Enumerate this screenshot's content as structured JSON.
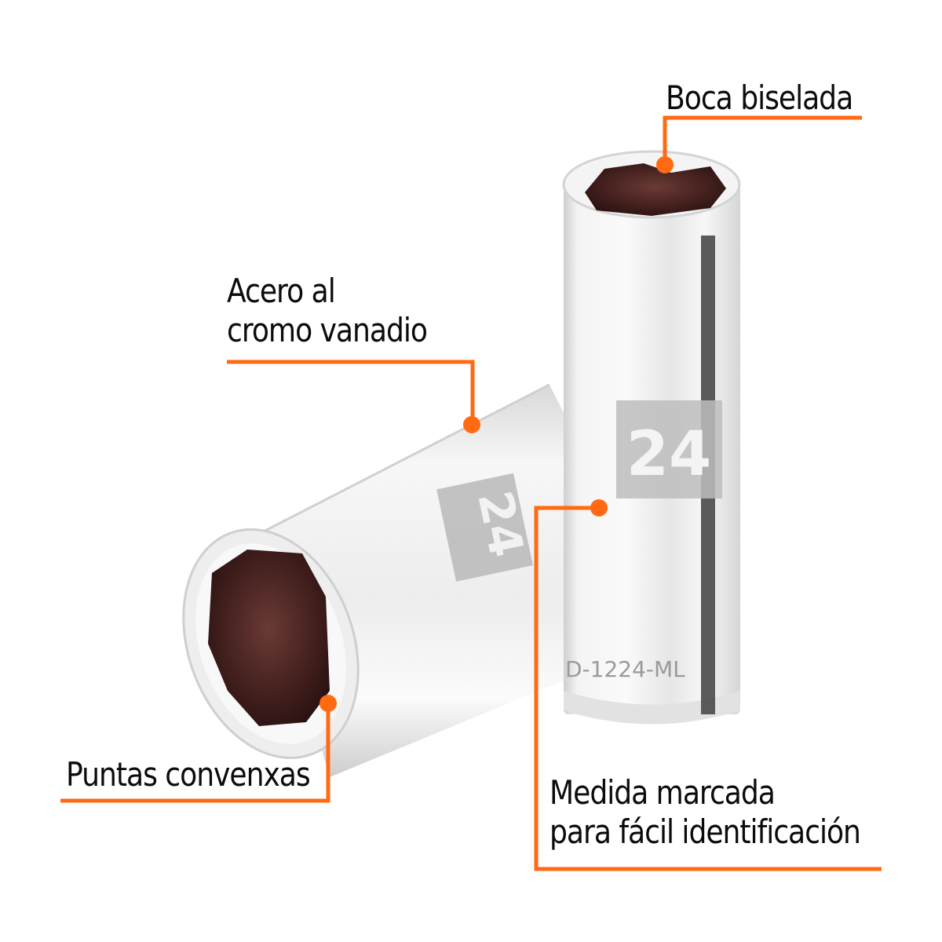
{
  "accent_color": "#ff6a13",
  "product": {
    "size_marking": "24",
    "part_code": "D-1224-ML",
    "part_code_visible": "D-1224-ML"
  },
  "callouts": [
    {
      "id": "boca",
      "lines": [
        "Boca biselada"
      ]
    },
    {
      "id": "acero",
      "lines": [
        "Acero al",
        "cromo vanadio"
      ]
    },
    {
      "id": "puntas",
      "lines": [
        "Puntas convenxas"
      ]
    },
    {
      "id": "medida",
      "lines": [
        "Medida marcada",
        "para fácil identificación"
      ]
    }
  ]
}
